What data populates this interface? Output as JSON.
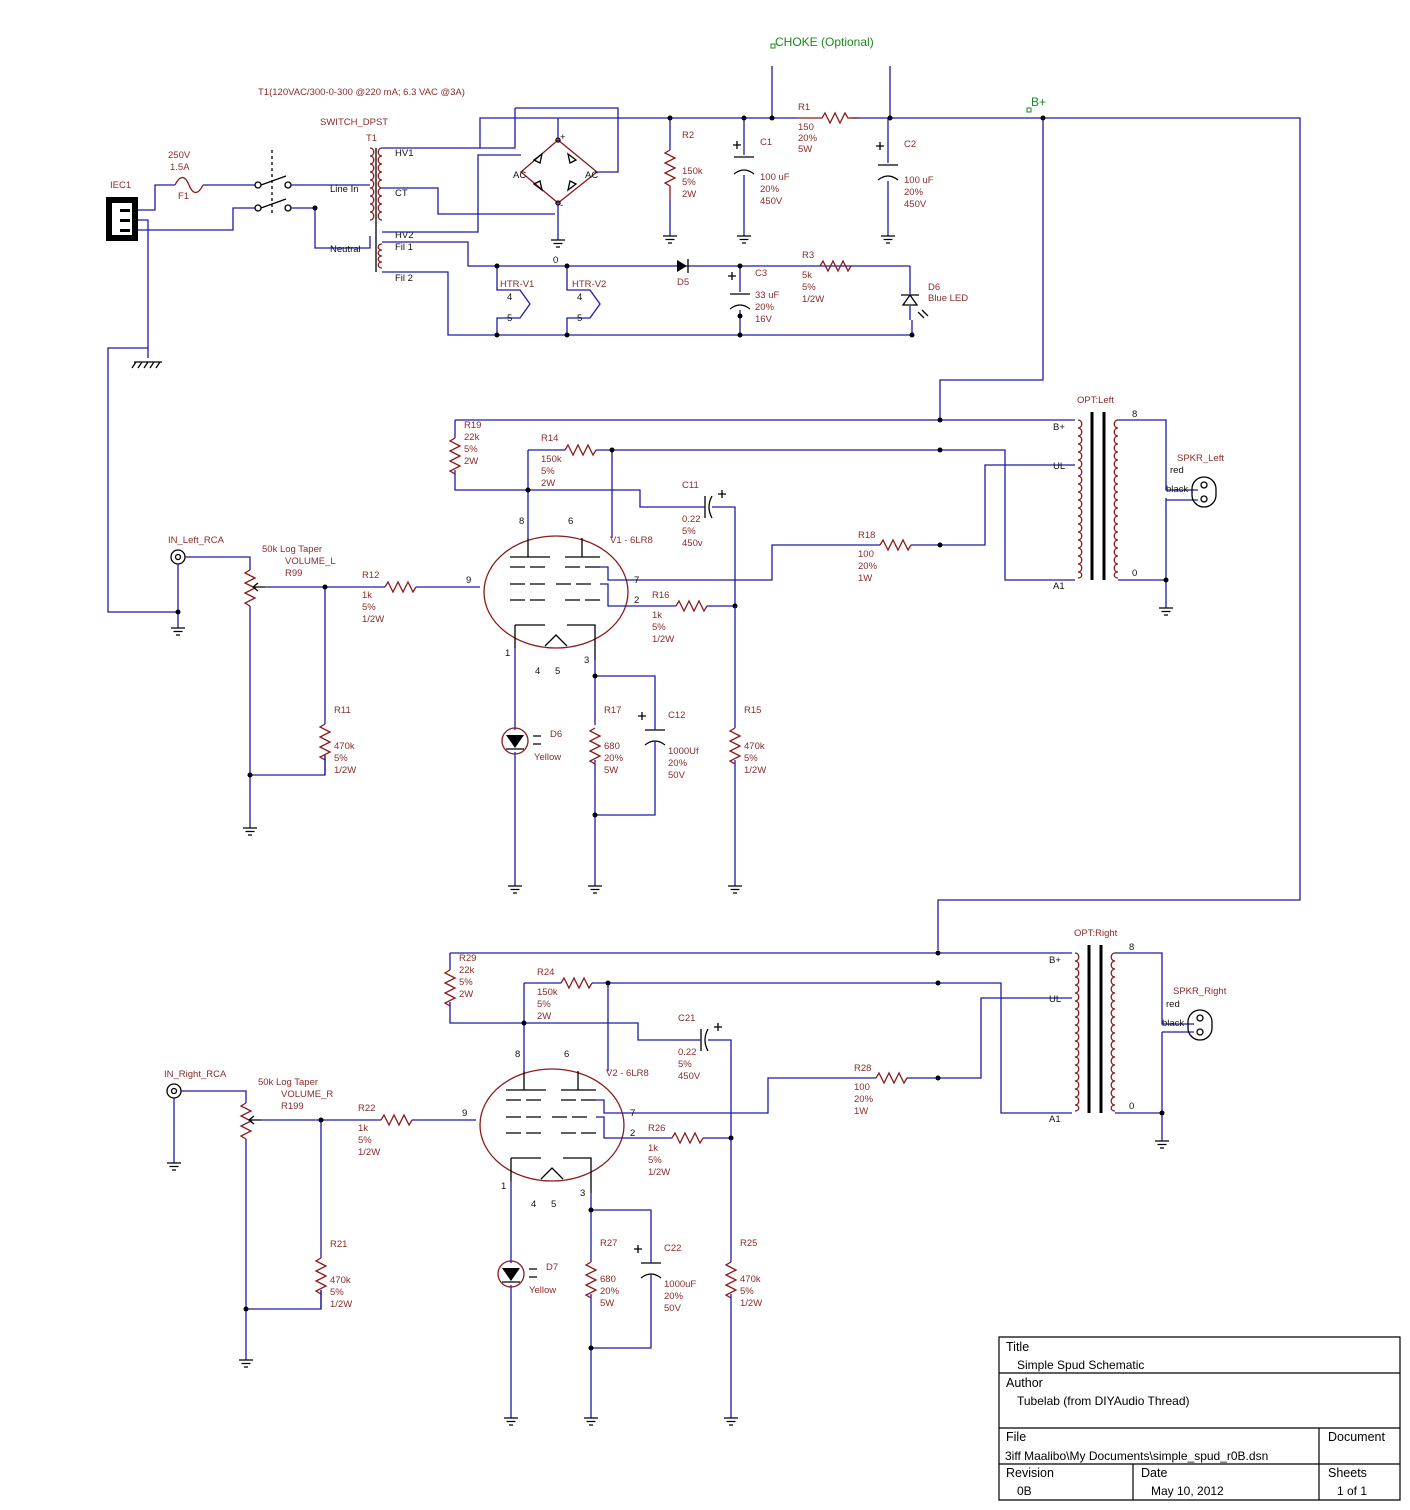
{
  "title_block": {
    "title_label": "Title",
    "title_value": "Simple Spud Schematic",
    "author_label": "Author",
    "author_value": "Tubelab (from DIYAudio Thread)",
    "file_label": "File",
    "file_value": "3iff Maalibo\\My Documents\\simple_spud_r0B.dsn",
    "document_label": "Document",
    "revision_label": "Revision",
    "revision_value": "0B",
    "date_label": "Date",
    "date_value": "May 10, 2012",
    "sheets_label": "Sheets",
    "sheets_value": "1 of 1"
  },
  "nets": {
    "choke": "CHOKE (Optional)",
    "bplus": "B+"
  },
  "power": {
    "transformer_note": "T1(120VAC/300-0-300 @220 mA; 6.3 VAC @3A)",
    "switch": "SWITCH_DPST",
    "t1": "T1",
    "iec": "IEC1",
    "fuse": {
      "rating": "250V",
      "current": "1.5A",
      "ref": "F1"
    },
    "t1_pins": {
      "hv1": "HV1",
      "ct": "CT",
      "hv2": "HV2",
      "fil1": "Fil 1",
      "fil2": "Fil 2",
      "line_in": "Line In",
      "neutral": "Neutral"
    },
    "bridge": {
      "plus": "+",
      "minus": "-",
      "ac1": "AC",
      "ac2": "AC"
    },
    "r2": [
      "R2",
      "150k",
      "5%",
      "2W"
    ],
    "c1": [
      "C1",
      "100 uF",
      "20%",
      "450V"
    ],
    "r1": [
      "R1",
      "150",
      "20%",
      "5W"
    ],
    "c2": [
      "C2",
      "100 uF",
      "20%",
      "450V"
    ],
    "zero": "0",
    "htr_v1": "HTR-V1",
    "htr_v2": "HTR-V2",
    "htr_pin4": "4",
    "htr_pin5": "5",
    "d5": "D5",
    "c3": [
      "C3",
      "33 uF",
      "20%",
      "16V"
    ],
    "r3": [
      "R3",
      "5k",
      "5%",
      "1/2W"
    ],
    "d6": [
      "D6",
      "Blue LED"
    ]
  },
  "left": {
    "input": "IN_Left_RCA",
    "pot": [
      "50k Log Taper",
      "VOLUME_L",
      "R99"
    ],
    "r12": [
      "R12",
      "1k",
      "5%",
      "1/2W"
    ],
    "r11": [
      "R11",
      "470k",
      "5%",
      "1/2W"
    ],
    "r19": [
      "R19",
      "22k",
      "5%",
      "2W"
    ],
    "r14": [
      "R14",
      "150k",
      "5%",
      "2W"
    ],
    "c11": [
      "C11",
      "0.22",
      "5%",
      "450v"
    ],
    "tube": "V1 - 6LR8",
    "r18": [
      "R18",
      "100",
      "20%",
      "1W"
    ],
    "r16": [
      "R16",
      "1k",
      "5%",
      "1/2W"
    ],
    "r17": [
      "R17",
      "680",
      "20%",
      "5W"
    ],
    "c12": [
      "C12",
      "1000Uf",
      "20%",
      "50V"
    ],
    "r15": [
      "R15",
      "470k",
      "5%",
      "1/2W"
    ],
    "led": [
      "D6",
      "Yellow"
    ],
    "opt": "OPT:Left",
    "opt_pins": {
      "bplus": "B+",
      "ul": "UL",
      "a1": "A1",
      "s8": "8",
      "s0": "0"
    },
    "spkr": "SPKR_Left",
    "spkr_red": "red",
    "spkr_black": "black",
    "tube_pins": {
      "p8": "8",
      "p6": "6",
      "p9": "9",
      "p7": "7",
      "p2": "2",
      "p1": "1",
      "p4": "4",
      "p5": "5",
      "p3": "3"
    }
  },
  "right": {
    "input": "IN_Right_RCA",
    "pot": [
      "50k Log Taper",
      "VOLUME_R",
      "R199"
    ],
    "r12": [
      "R22",
      "1k",
      "5%",
      "1/2W"
    ],
    "r11": [
      "R21",
      "470k",
      "5%",
      "1/2W"
    ],
    "r19": [
      "R29",
      "22k",
      "5%",
      "2W"
    ],
    "r14": [
      "R24",
      "150k",
      "5%",
      "2W"
    ],
    "c11": [
      "C21",
      "0.22",
      "5%",
      "450V"
    ],
    "tube": "V2 - 6LR8",
    "r18": [
      "R28",
      "100",
      "20%",
      "1W"
    ],
    "r16": [
      "R26",
      "1k",
      "5%",
      "1/2W"
    ],
    "r17": [
      "R27",
      "680",
      "20%",
      "5W"
    ],
    "c12": [
      "C22",
      "1000uF",
      "20%",
      "50V"
    ],
    "r15": [
      "R25",
      "470k",
      "5%",
      "1/2W"
    ],
    "led": [
      "D7",
      "Yellow"
    ],
    "opt": "OPT:Right",
    "opt_pins": {
      "bplus": "B+",
      "ul": "UL",
      "a1": "A1",
      "s8": "8",
      "s0": "0"
    },
    "spkr": "SPKR_Right",
    "spkr_red": "red",
    "spkr_black": "black",
    "tube_pins": {
      "p8": "8",
      "p6": "6",
      "p9": "9",
      "p7": "7",
      "p2": "2",
      "p1": "1",
      "p4": "4",
      "p5": "5",
      "p3": "3"
    }
  }
}
